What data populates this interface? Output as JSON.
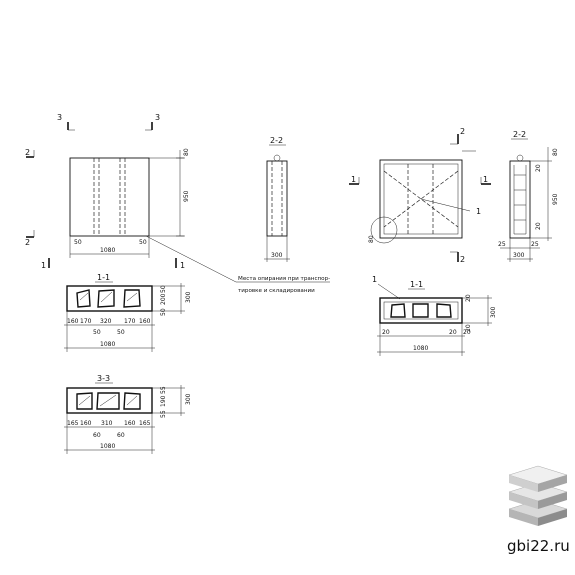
{
  "left": {
    "elevation": {
      "section_marks": [
        "3",
        "3",
        "2",
        "2",
        "1",
        "1"
      ],
      "dims": [
        "80",
        "950",
        "1080",
        "50",
        "50"
      ]
    },
    "section_2_2": {
      "title": "2-2",
      "dims": [
        "300"
      ]
    },
    "note": {
      "line1": "Места опирания при транспор-",
      "line2": "тировке и складировании"
    },
    "section_1_1": {
      "title": "1-1",
      "dims_bottom": [
        "160",
        "170",
        "320",
        "170",
        "160"
      ],
      "dims_mid": [
        "50",
        "50"
      ],
      "dims_right": [
        "50",
        "200",
        "50"
      ],
      "dim_total_right": "300",
      "dim_total": "1080"
    },
    "section_3_3": {
      "title": "3-3",
      "dims_bottom": [
        "165",
        "160",
        "310",
        "160",
        "165"
      ],
      "dims_mid": [
        "60",
        "60"
      ],
      "dims_right": [
        "55",
        "190",
        "55"
      ],
      "dim_total_right": "300",
      "dim_total": "1080"
    }
  },
  "right": {
    "elevation": {
      "section_marks": [
        "2",
        "2",
        "1",
        "1"
      ],
      "callout": "1",
      "dims": [
        "80"
      ]
    },
    "section_2_2": {
      "title": "2-2",
      "dims_right": [
        "80",
        "20",
        "950",
        "20"
      ],
      "dims_bottom": [
        "25",
        "25",
        "300"
      ]
    },
    "section_1_1": {
      "title": "1-1",
      "callout": "1",
      "dims_right_small": [
        "20",
        "20"
      ],
      "dims_bottom": [
        "20",
        "20",
        "20"
      ],
      "dim_total_right": "300",
      "dim_total": "1080"
    }
  },
  "watermark": {
    "site": "gbi22.ru"
  }
}
